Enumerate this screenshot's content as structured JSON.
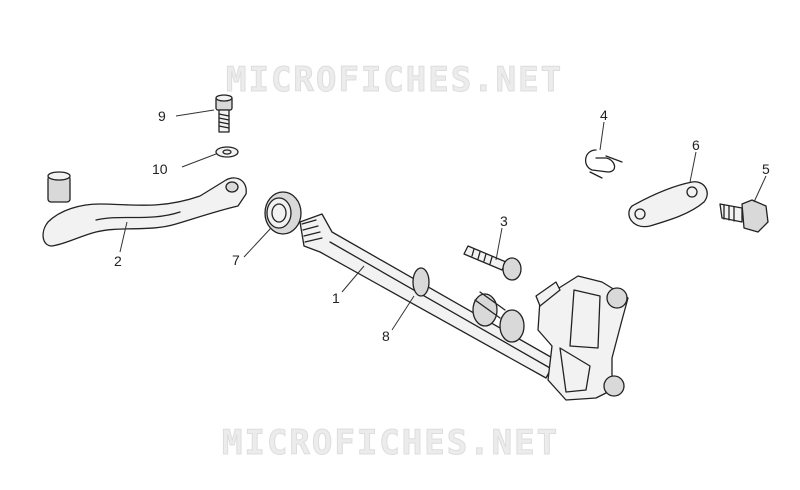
{
  "watermark": "MICROFICHES.NET",
  "callouts": [
    {
      "key": "c1",
      "label": "1"
    },
    {
      "key": "c2",
      "label": "2"
    },
    {
      "key": "c3",
      "label": "3"
    },
    {
      "key": "c4",
      "label": "4"
    },
    {
      "key": "c5",
      "label": "5"
    },
    {
      "key": "c6",
      "label": "6"
    },
    {
      "key": "c7",
      "label": "7"
    },
    {
      "key": "c8",
      "label": "8"
    },
    {
      "key": "c9",
      "label": "9"
    },
    {
      "key": "c10",
      "label": "10"
    }
  ]
}
